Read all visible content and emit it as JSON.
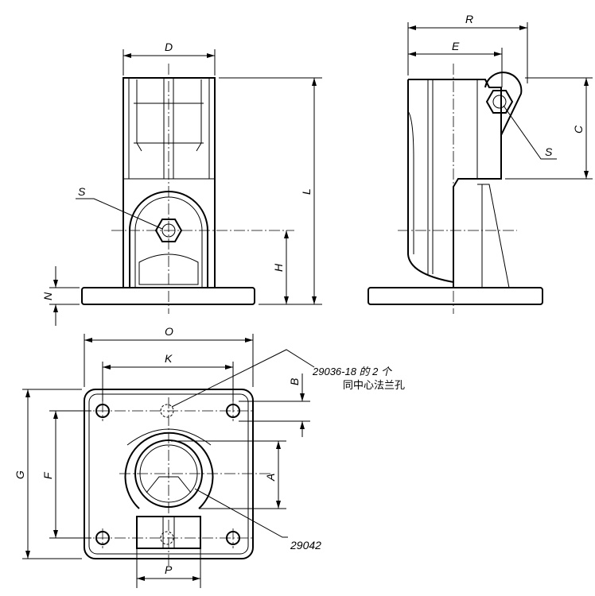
{
  "drawing": {
    "front_view": {
      "D": "D",
      "L": "L",
      "H": "H",
      "N": "N",
      "S": "S"
    },
    "side_view": {
      "R": "R",
      "E": "E",
      "C": "C",
      "S": "S"
    },
    "top_view": {
      "O": "O",
      "K": "K",
      "G": "G",
      "F": "F",
      "A": "A",
      "B": "B",
      "P": "P"
    },
    "callouts": {
      "flange_ref_line1": "29036-18 的 2 个",
      "flange_ref_line2": "同中心法兰孔",
      "part_ref": "29042"
    }
  }
}
